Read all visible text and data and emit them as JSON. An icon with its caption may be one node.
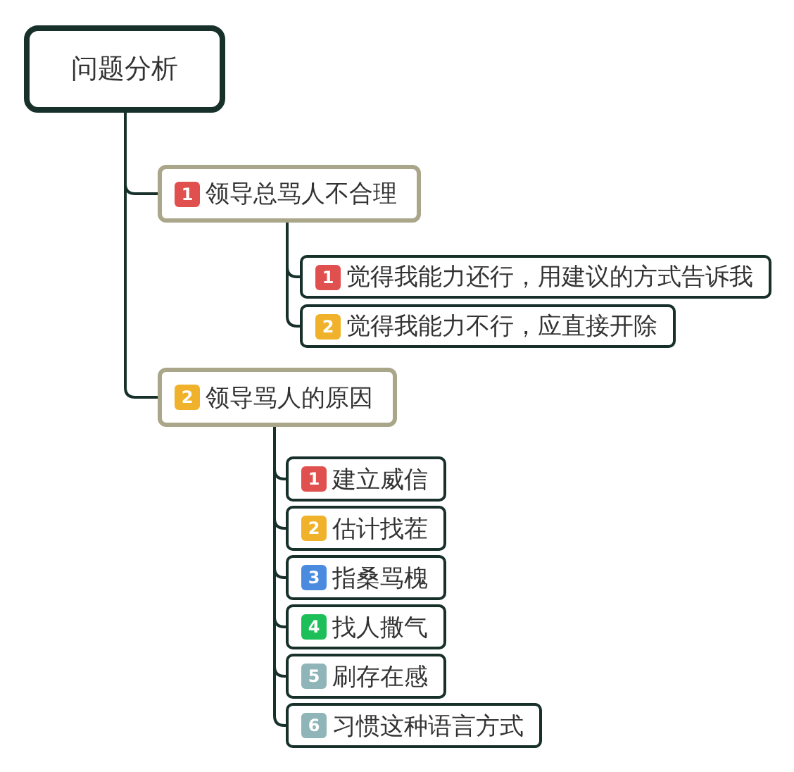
{
  "diagram": {
    "nodes": [
      {
        "text": [
          "问题分析"
        ]
      },
      {
        "text": [
          "1",
          "领导总骂人不合理"
        ]
      },
      {
        "text": [
          "1",
          "觉得我能力还行，用建议的方式告诉我"
        ]
      },
      {
        "text": [
          "2",
          "觉得我能力不行，应直接开除"
        ]
      },
      {
        "text": [
          "2",
          "领导骂人的原因"
        ]
      },
      {
        "text": [
          "1",
          "建立威信"
        ]
      },
      {
        "text": [
          "2",
          "估计找茬"
        ]
      },
      {
        "text": [
          "3",
          "指桑骂槐"
        ]
      },
      {
        "text": [
          "4",
          "找人撒气"
        ]
      },
      {
        "text": [
          "5",
          "刷存在感"
        ]
      },
      {
        "text": [
          "6",
          "习惯这种语言方式"
        ]
      }
    ],
    "edges": [
      {
        "from": 0,
        "to": 1,
        "arrow": "none"
      },
      {
        "from": 0,
        "to": 4,
        "arrow": "none"
      },
      {
        "from": 1,
        "to": 2,
        "arrow": "none"
      },
      {
        "from": 1,
        "to": 3,
        "arrow": "none"
      },
      {
        "from": 4,
        "to": 5,
        "arrow": "none"
      },
      {
        "from": 4,
        "to": 6,
        "arrow": "none"
      },
      {
        "from": 4,
        "to": 7,
        "arrow": "none"
      },
      {
        "from": 4,
        "to": 8,
        "arrow": "none"
      },
      {
        "from": 4,
        "to": 9,
        "arrow": "none"
      },
      {
        "from": 4,
        "to": 10,
        "arrow": "none"
      }
    ]
  }
}
